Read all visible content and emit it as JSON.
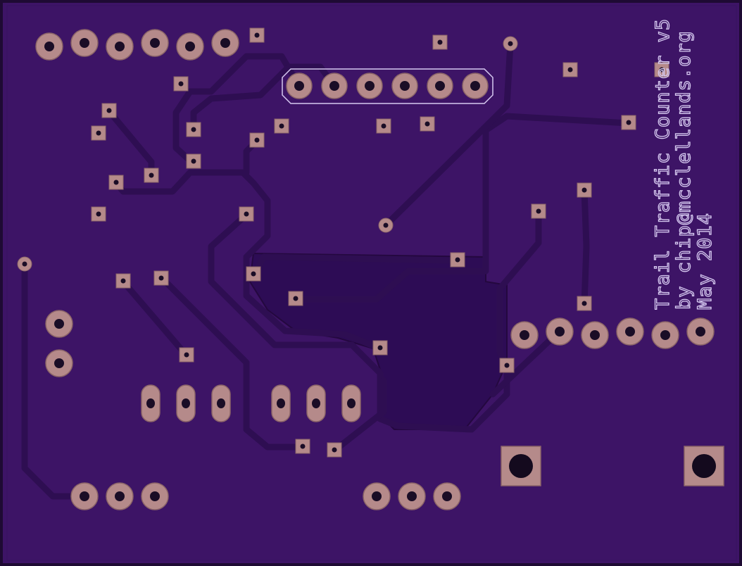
{
  "silkscreen": {
    "line1": "Trail Traffic Counter v5",
    "line2": "by chip@mcclellands.org",
    "line3": "May 2014"
  },
  "colors": {
    "board": "#3d1466",
    "border": "#1e0a33",
    "trace": "#321058",
    "trace_edge": "#25093f",
    "copper_pour": "#2a0b4f",
    "pad": "#b58a8a",
    "pad_edge": "#8c6568",
    "drill": "#1a0d26",
    "silkscreen": "#d6c9f0"
  }
}
